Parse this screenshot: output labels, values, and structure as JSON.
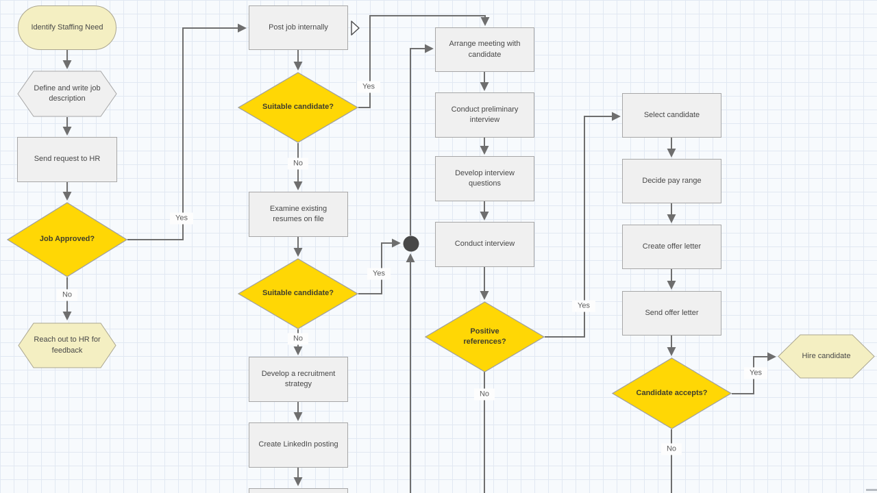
{
  "theme": {
    "canvas_bg": "#f7fafd",
    "grid_line": "#e1e8f2",
    "process_fill": "#f0f0f0",
    "process_border": "#a6a6a6",
    "decision_fill": "#ffd705",
    "decision_border": "#9e9e9e",
    "decision_text": "#3f3e2c",
    "terminator_fill": "#f4efc2",
    "terminator_border": "#aaa58f",
    "connector": "#6e6e6e",
    "text": "#474747",
    "label_text": "#5c5c5c",
    "junction_fill": "#484848"
  },
  "nodes": {
    "identify": {
      "label": "Identify Staffing Need"
    },
    "define": {
      "label": "Define and write job description"
    },
    "send_request": {
      "label": "Send request to HR"
    },
    "job_approved": {
      "label": "Job Approved?",
      "yes": "Yes",
      "no": "No"
    },
    "reach_out": {
      "label": "Reach out to HR for feedback"
    },
    "post_internally": {
      "label": "Post job internally"
    },
    "suitable_1": {
      "label": "Suitable candidate?",
      "yes": "Yes",
      "no": "No"
    },
    "examine_resumes": {
      "label": "Examine existing resumes on file"
    },
    "suitable_2": {
      "label": "Suitable candidate?",
      "yes": "Yes",
      "no": "No"
    },
    "recruitment_strategy": {
      "label": "Develop a recruitment strategy"
    },
    "linkedin_posting": {
      "label": "Create LinkedIn posting"
    },
    "arrange_meeting": {
      "label": "Arrange meeting with candidate"
    },
    "preliminary_interview": {
      "label": "Conduct preliminary interview"
    },
    "interview_questions": {
      "label": "Develop interview questions"
    },
    "conduct_interview": {
      "label": "Conduct interview"
    },
    "positive_references": {
      "label": "Positive references?",
      "yes": "Yes",
      "no": "No"
    },
    "select_candidate": {
      "label": "Select candidate"
    },
    "decide_pay": {
      "label": "Decide pay range"
    },
    "create_offer": {
      "label": "Create offer letter"
    },
    "send_offer": {
      "label": "Send offer letter"
    },
    "candidate_accepts": {
      "label": "Candidate accepts?",
      "yes": "Yes",
      "no": "No"
    },
    "hire": {
      "label": "Hire candidate"
    }
  }
}
